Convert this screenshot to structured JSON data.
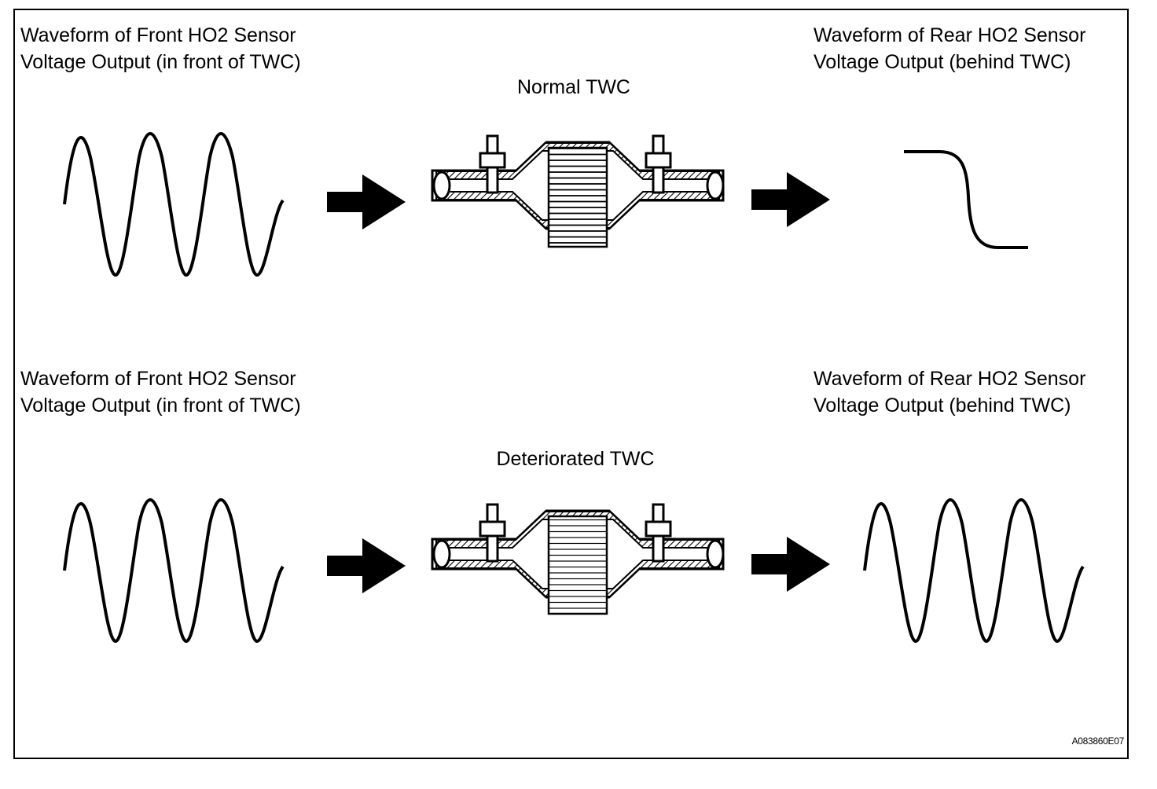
{
  "figure_id": "A083860E07",
  "rows": [
    {
      "front_label": [
        "Waveform of Front HO2 Sensor",
        "Voltage Output (in front of TWC)"
      ],
      "twc_label": "Normal TWC",
      "rear_label": [
        "Waveform of Rear HO2 Sensor",
        "Voltage Output (behind TWC)"
      ],
      "rear_waveform": "step-down"
    },
    {
      "front_label": [
        "Waveform of Front HO2 Sensor",
        "Voltage Output (in front of TWC)"
      ],
      "twc_label": "Deteriorated TWC",
      "rear_label": [
        "Waveform of Rear HO2 Sensor",
        "Voltage Output (behind TWC)"
      ],
      "rear_waveform": "sine"
    }
  ]
}
